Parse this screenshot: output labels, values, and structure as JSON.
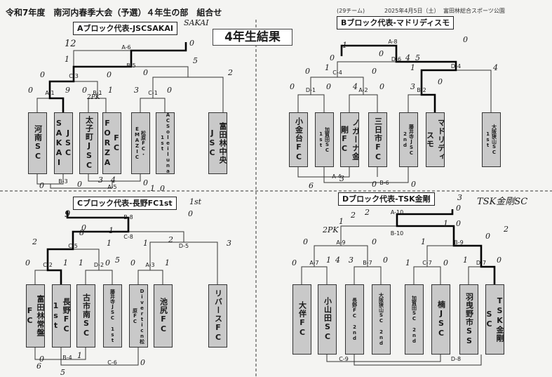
{
  "header": {
    "title": "令和7年度　南河内春季大会（予選）４年生の部　組合せ",
    "team_count": "(29チーム)",
    "date": "2025年4月5日（土）",
    "venue": "富田林総合スポーツ公園",
    "result_label": "4年生結果"
  },
  "blocks": [
    {
      "title": "Aブロック代表-JSCSAKAI",
      "teams": [
        "河南SC",
        "JSC SAKAI",
        "太子町JSC",
        "FC FORZA",
        "松原FC・EMAZIC",
        "ACSoleiluna 1st",
        "富田林中央JSC"
      ]
    },
    {
      "title": "Bブロック代表-マドリディスモ",
      "teams": [
        "小金台FC",
        "加賀田SC 1st",
        "ノガーナ金剛FC",
        "三日市FC",
        "藤井寺JSC 2nd",
        "マドリディスモ",
        "大阪狭山SC 1st"
      ]
    },
    {
      "title": "Cブロック代表-長野FC1st",
      "teams": [
        "富田林常盤FC",
        "長野FC 1st",
        "古市南SC",
        "藤井寺JSC 1st",
        "Diverticn松原FC",
        "池尻FC",
        "リバースFC"
      ]
    },
    {
      "title": "Dブロック代表-TSK金剛",
      "teams": [
        "大伴FC",
        "小山田SC",
        "長野FC 2nd",
        "大阪狭山SC 2nd",
        "加賀田SC 2nd",
        "楠JSC",
        "羽曳野市SS",
        "TSK金剛SC"
      ]
    }
  ],
  "matches": {
    "A": [
      "A-1",
      "B-1",
      "C-1",
      "C-3",
      "B-3",
      "A-5",
      "B-5",
      "A-6"
    ],
    "B": [
      "D-1",
      "A-2",
      "B-2",
      "C-4",
      "D-6",
      "D-4",
      "A-4",
      "B-6",
      "A-8"
    ],
    "C": [
      "C-2",
      "D-2",
      "A-3",
      "C-5",
      "D-5",
      "C-8",
      "B-8",
      "B-4",
      "C-6"
    ],
    "D": [
      "A-7",
      "B-7",
      "C-7",
      "D-7",
      "A-9",
      "B-9",
      "B-10",
      "A-10",
      "C-9",
      "D-8"
    ]
  },
  "scores": {
    "A": [
      "0",
      "9",
      "0",
      "1",
      "3",
      "0",
      "0",
      "0",
      "0",
      "2",
      "1",
      "5",
      "12",
      "0",
      "0",
      "0",
      "3",
      "4",
      "0",
      "1",
      "2PK",
      "0"
    ],
    "B": [
      "0",
      "0",
      "4",
      "0",
      "3",
      "0",
      "0",
      "0",
      "1",
      "4",
      "0",
      "4",
      "5",
      "0",
      "1",
      "0",
      "3",
      "6",
      "0",
      "0",
      "1"
    ],
    "C": [
      "0",
      "1",
      "1",
      "0",
      "5",
      "0",
      "1",
      "2",
      "1",
      "1",
      "2",
      "3",
      "0",
      "9",
      "0",
      "8",
      "1",
      "0",
      "1",
      "0",
      "6",
      "5"
    ],
    "D": [
      "0",
      "1",
      "4",
      "3",
      "0",
      "1",
      "0",
      "1",
      "0",
      "0",
      "0",
      "1",
      "0",
      "1",
      "1",
      "0",
      "2PK",
      "2",
      "2",
      "0",
      "2",
      "3"
    ]
  },
  "handwritten": {
    "a_note": "SAKAI",
    "c_note": "1st",
    "d_note": "TSK金剛SC"
  }
}
